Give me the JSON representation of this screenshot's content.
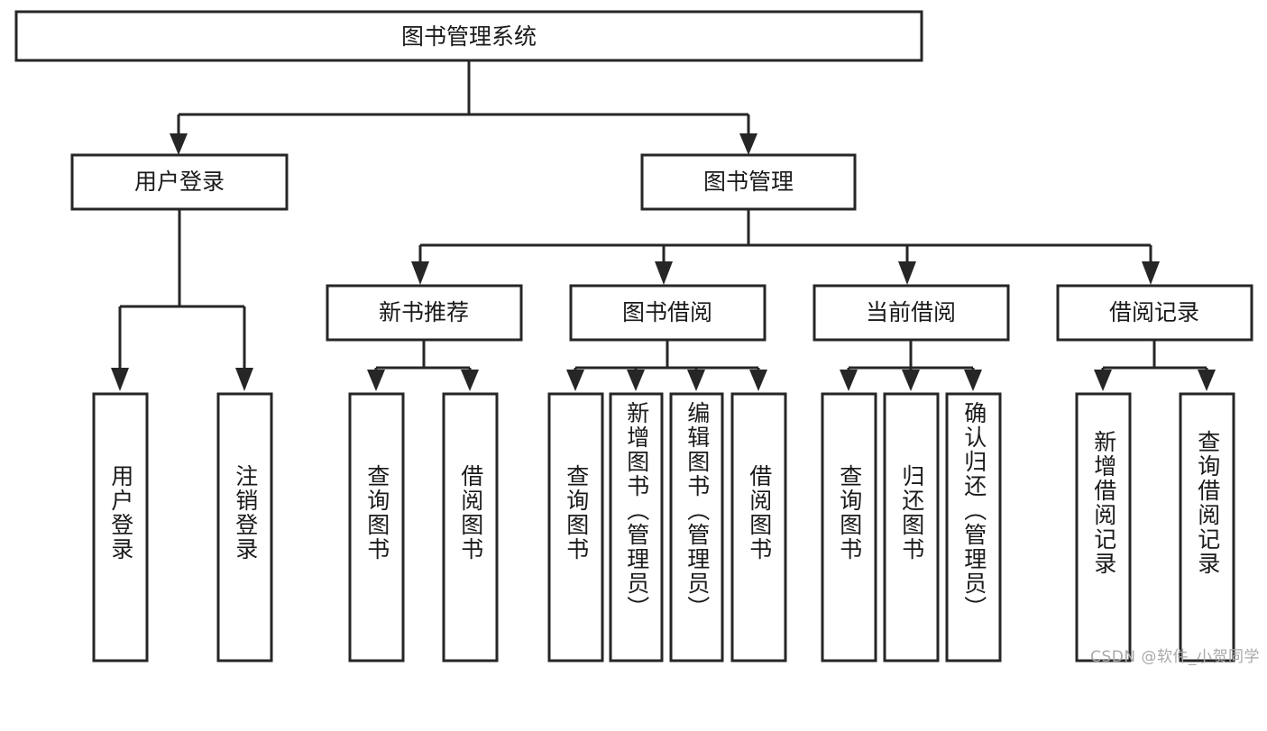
{
  "diagram": {
    "title": "图书管理系统",
    "watermark": "CSDN @软件_小贺同学",
    "colors": {
      "stroke": "#262626",
      "fill": "#ffffff",
      "text": "#1a1a1a",
      "watermark": "#a9a9a9"
    },
    "levels": {
      "root": {
        "label": "图书管理系统"
      },
      "level2": [
        {
          "label": "用户登录"
        },
        {
          "label": "图书管理"
        }
      ],
      "level3": [
        {
          "label": "新书推荐"
        },
        {
          "label": "图书借阅"
        },
        {
          "label": "当前借阅"
        },
        {
          "label": "借阅记录"
        }
      ],
      "leaves": [
        {
          "label": "用户登录",
          "parent": "用户登录"
        },
        {
          "label": "注销登录",
          "parent": "用户登录"
        },
        {
          "label": "查询图书",
          "parent": "新书推荐"
        },
        {
          "label": "借阅图书",
          "parent": "新书推荐"
        },
        {
          "label": "查询图书",
          "parent": "图书借阅"
        },
        {
          "label": "新增图书（管理员）",
          "parent": "图书借阅"
        },
        {
          "label": "编辑图书（管理员）",
          "parent": "图书借阅"
        },
        {
          "label": "借阅图书",
          "parent": "图书借阅"
        },
        {
          "label": "查询图书",
          "parent": "当前借阅"
        },
        {
          "label": "归还图书",
          "parent": "当前借阅"
        },
        {
          "label": "确认归还（管理员）",
          "parent": "当前借阅"
        },
        {
          "label": "新增借阅记录",
          "parent": "借阅记录"
        },
        {
          "label": "查询借阅记录",
          "parent": "借阅记录"
        }
      ]
    }
  }
}
